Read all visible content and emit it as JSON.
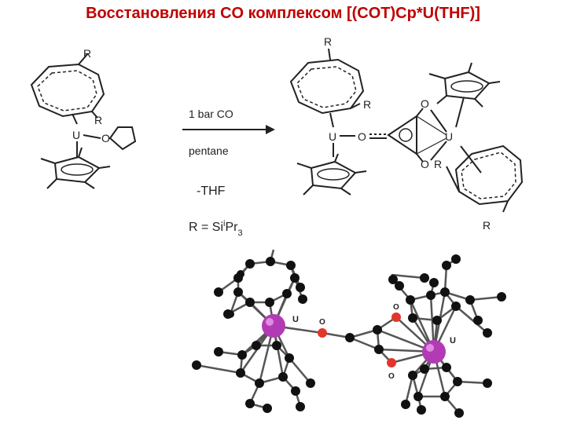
{
  "title": "Восстановления CO комплексом [(COT)Cp*U(THF)]",
  "reaction": {
    "reagent": "1 bar CO",
    "solvent": "pentane",
    "byproduct": "-THF",
    "r_definition_prefix": "R = Si",
    "r_definition_sup": "i",
    "r_definition_mid": "Pr",
    "r_definition_sub": "3"
  },
  "labels": {
    "r": "R",
    "u": "U",
    "o": "O"
  },
  "colors": {
    "title": "#c00000",
    "carbon": "#111111",
    "uranium": "#b23bb5",
    "oxygen": "#e2362c",
    "bond": "#333333"
  }
}
